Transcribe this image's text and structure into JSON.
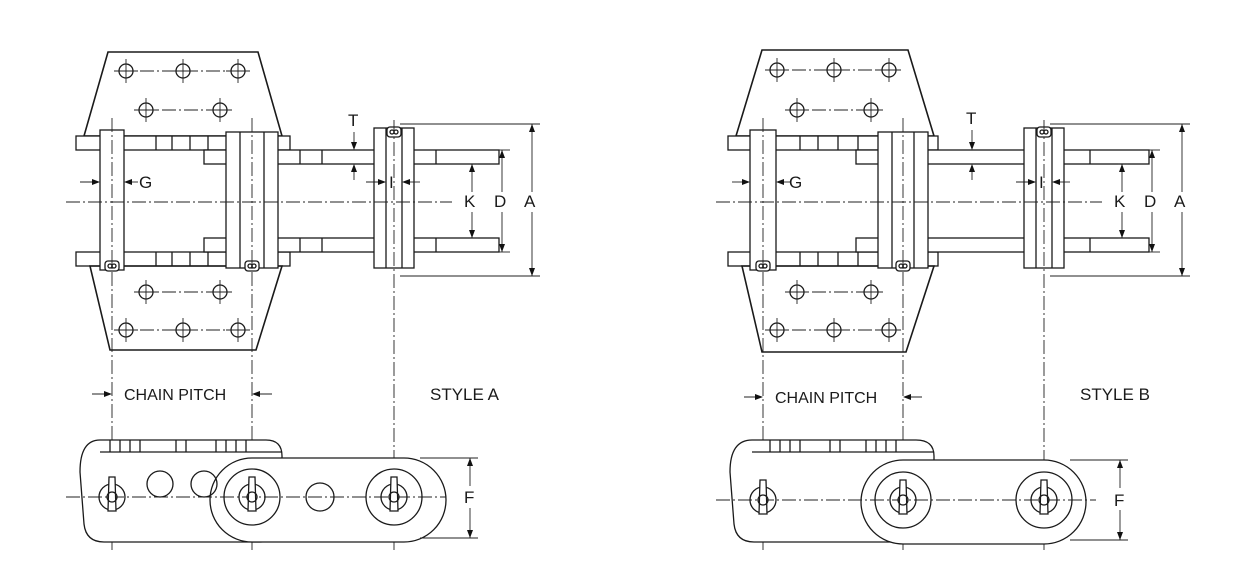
{
  "styles": [
    {
      "title": "STYLE A",
      "pitch_label": "CHAIN PITCH",
      "dims": {
        "g": "G",
        "t": "T",
        "i": "I",
        "k": "K",
        "d": "D",
        "a": "A",
        "f": "F"
      }
    },
    {
      "title": "STYLE B",
      "pitch_label": "CHAIN PITCH",
      "dims": {
        "g": "G",
        "t": "T",
        "i": "I",
        "k": "K",
        "d": "D",
        "a": "A",
        "f": "F"
      }
    }
  ]
}
